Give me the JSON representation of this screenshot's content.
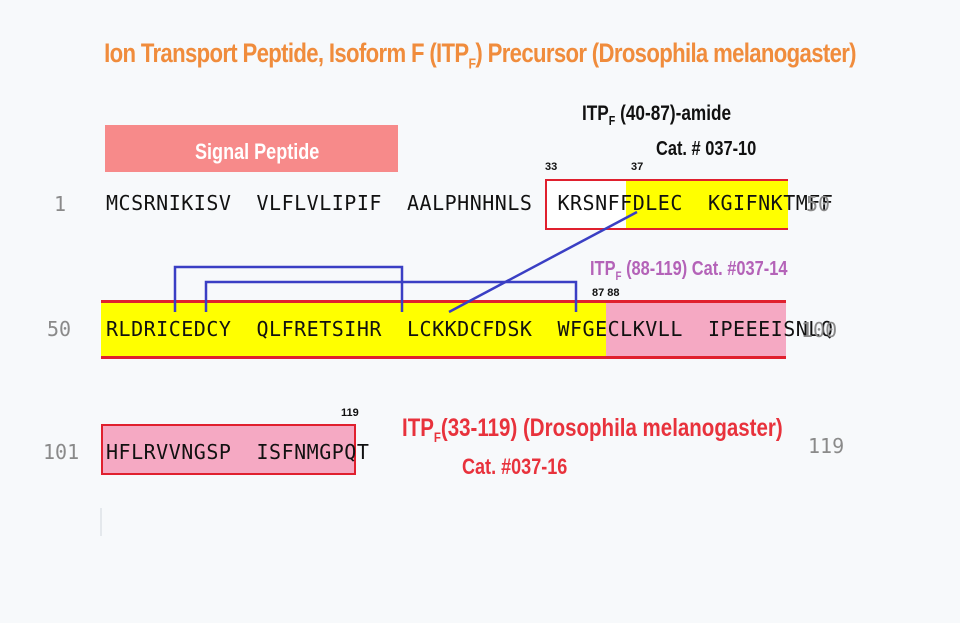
{
  "title": {
    "main": "Ion Transport Peptide, Isoform F (ITP",
    "sub": "F",
    "tail": ") Precursor (Drosophila melanogaster)"
  },
  "signal_peptide": {
    "label": "Signal Peptide"
  },
  "rows": [
    {
      "start": "1",
      "sequence": "MCSRNIKISV  VLFLVLIPIF  AALPHNHNLS  KRSNFFDLEC  KGIFNKTMFF",
      "end": "50"
    },
    {
      "start": "50",
      "sequence": "RLDRICEDCY  QLFRETSIHR  LCKKDCFDSK  WFGECLKVLL  IPEEEISNLQ",
      "end": "100"
    },
    {
      "start": "101",
      "sequence": "HFLRVVNGSP  ISFNMGPQT",
      "end": "119"
    }
  ],
  "position_markers": {
    "p33": "33",
    "p37": "37",
    "p87_88": "87 88",
    "p119": "119"
  },
  "labels": {
    "itp_40_87": {
      "prefix": "ITP",
      "sub": "F",
      "text": " (40-87)-amide",
      "cat": "Cat. # 037-10"
    },
    "itp_88_119": {
      "prefix": "ITP",
      "sub": "F",
      "text": " (88-119) Cat. #037-14"
    },
    "itp_33_119": {
      "prefix": "ITP",
      "sub": "F",
      "text": "(33-119) (Drosophila melanogaster)",
      "cat": "Cat.  #037-16"
    }
  },
  "colors": {
    "title": "#f08c3c",
    "signal": "#f78a8a",
    "yellow": "#ffff00",
    "pink": "#f5a9c3",
    "red_border": "#e0202e",
    "bridge": "#3a3fc4",
    "purple": "#b463b8",
    "red_text": "#e8323c"
  }
}
